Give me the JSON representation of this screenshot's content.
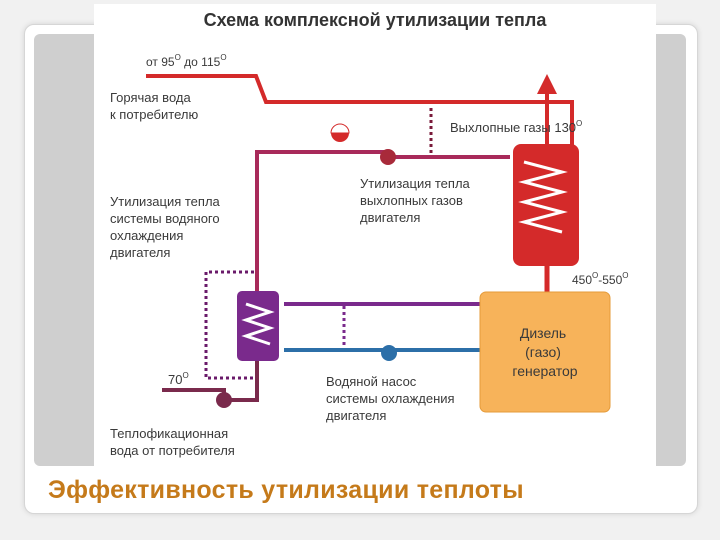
{
  "diagram": {
    "title": "Схема комплексной утилизации тепла",
    "labels": {
      "temp_range_from": "от 95",
      "temp_range_to": "до 115",
      "degree_mark": "О",
      "hot_water_line1": "Горячая вода",
      "hot_water_line2": "к потребителю",
      "exhaust_gases": "Выхлопные газы 130",
      "exhaust_util_line1": "Утилизация тепла",
      "exhaust_util_line2": "выхлопных газов",
      "exhaust_util_line3": "двигателя",
      "cooling_util_line1": "Утилизация тепла",
      "cooling_util_line2": "системы водяного",
      "cooling_util_line3": "охлаждения",
      "cooling_util_line4": "двигателя",
      "exhaust_temp": "450",
      "exhaust_temp_sep": "-550",
      "generator_line1": "Дизель",
      "generator_line2": "(газо)",
      "generator_line3": "генератор",
      "return_temp": "70",
      "pump_line1": "Водяной насос",
      "pump_line2": "системы охлаждения",
      "pump_line3": "двигателя",
      "return_water_line1": "Теплофикационная",
      "return_water_line2": "вода от потребителя"
    },
    "colors": {
      "hot_pipe": "#d42a2a",
      "purple_pipe": "#7a2a8c",
      "blue_pipe": "#2c6fa8",
      "generator": "#f7b35a",
      "exhaust_exchanger": "#d42a2a",
      "water_exchanger": "#7a2a8c"
    }
  },
  "slide": {
    "title": "Эффективность утилизации теплоты"
  }
}
